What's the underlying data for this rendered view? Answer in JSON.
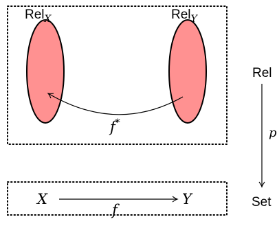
{
  "fibre_box": {
    "left_fibre": {
      "name": "Rel",
      "subscript": "X"
    },
    "right_fibre": {
      "name": "Rel",
      "subscript": "Y"
    },
    "pullback": {
      "label": "f",
      "superscript": "*"
    }
  },
  "base_box": {
    "source": "X",
    "target": "Y",
    "map_label": "f"
  },
  "fibration": {
    "total_category": "Rel",
    "base_category": "Set",
    "functor_label": "p"
  },
  "colors": {
    "fibre_fill": "#ff9191",
    "stroke": "#000000"
  }
}
